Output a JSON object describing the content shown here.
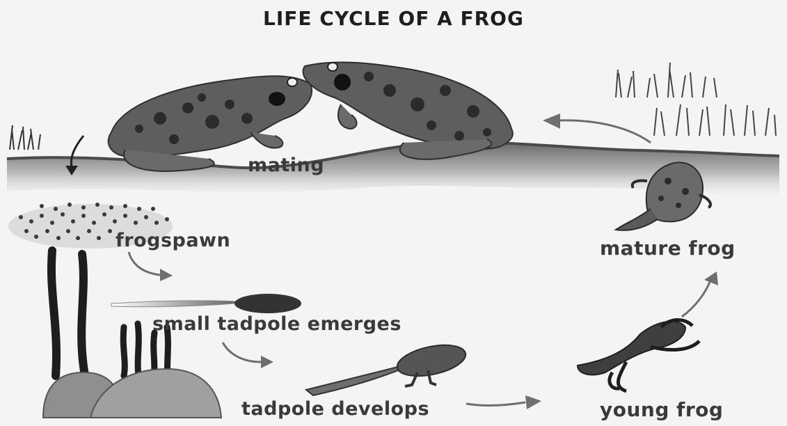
{
  "title": "LIFE CYCLE OF A FROG",
  "stages": {
    "mating": "mating",
    "frogspawn": "frogspawn",
    "mature_frog": "mature frog",
    "small_tadpole": "small tadpole emerges",
    "tadpole_develops": "tadpole develops",
    "young_frog": "young frog"
  },
  "colors": {
    "background": "#f4f4f4",
    "ground": "#8a8a8a",
    "frog_body": "#5e5e5e",
    "frog_spots": "#2b2b2b",
    "arrow": "#6e6e6e",
    "text": "#3a3a3a"
  }
}
